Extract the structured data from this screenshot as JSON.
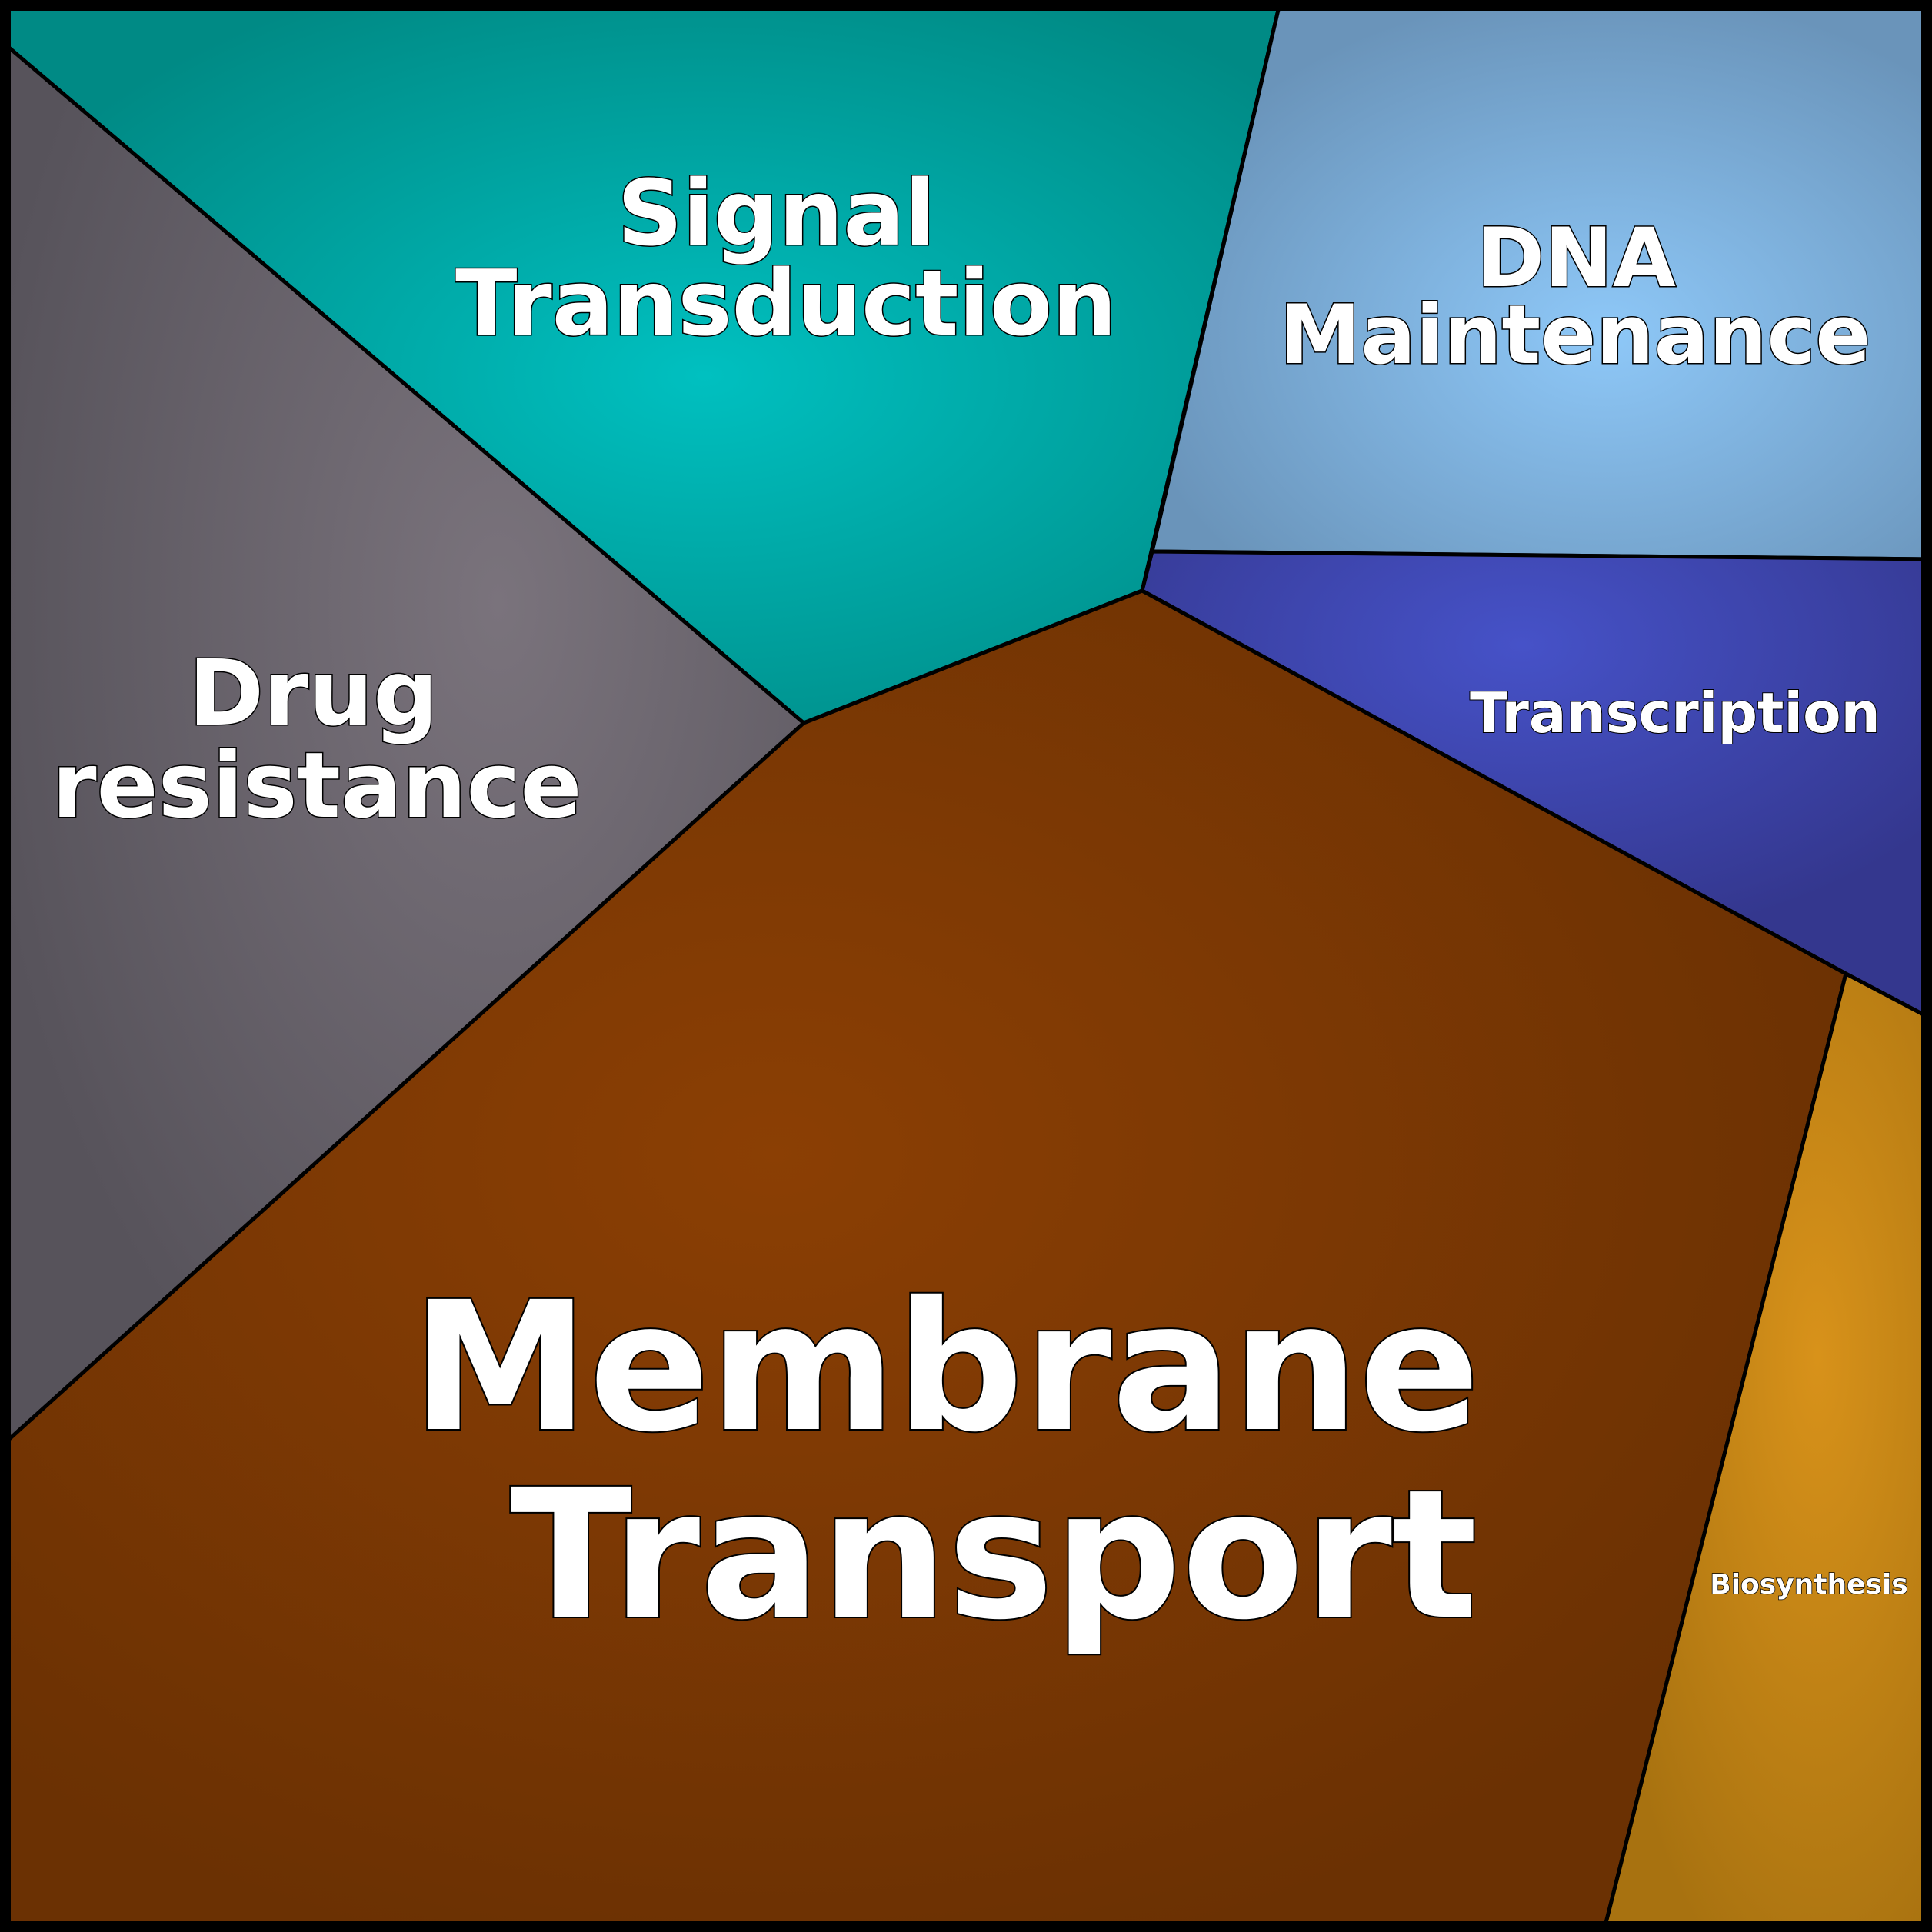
{
  "diagram": {
    "type": "voronoi-treemap",
    "cells": [
      {
        "id": "membrane-transport",
        "lines": [
          "Membrane",
          "Transport"
        ],
        "color_center": "#8B3F04",
        "color_edge": "#6B3103"
      },
      {
        "id": "signal-transduction",
        "lines": [
          "Signal",
          "Transduction"
        ],
        "color_center": "#00C0C0",
        "color_edge": "#008A85"
      },
      {
        "id": "drug-resistance",
        "lines": [
          "Drug",
          "resistance"
        ],
        "color_center": "#7A737C",
        "color_edge": "#57535B"
      },
      {
        "id": "dna-maintenance",
        "lines": [
          "DNA",
          "Maintenance"
        ],
        "color_center": "#8EC8F8",
        "color_edge": "#6A94BA"
      },
      {
        "id": "transcription",
        "lines": [
          "Transcription"
        ],
        "color_center": "#4652C8",
        "color_edge": "#34378E"
      },
      {
        "id": "biosynthesis",
        "lines": [
          "Biosynthesis"
        ],
        "color_center": "#D8921A",
        "color_edge": "#A87210"
      }
    ]
  }
}
